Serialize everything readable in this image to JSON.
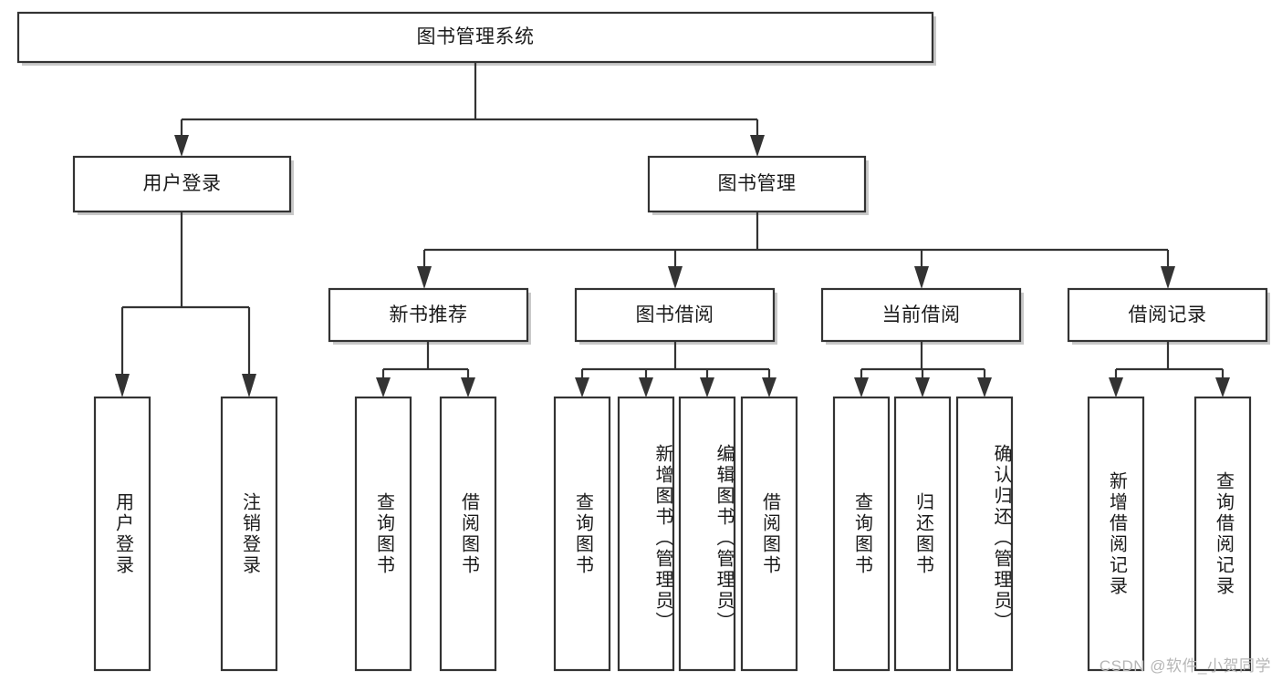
{
  "diagram": {
    "type": "tree-hierarchy",
    "title": "图书管理系统",
    "watermark": "CSDN @软件_小贺同学",
    "colors": {
      "box_stroke": "#333333",
      "box_fill": "#ffffff",
      "connector": "#333333",
      "text": "#1a1a1a",
      "watermark": "#b6b6b6",
      "background": "#ffffff"
    },
    "root": {
      "label": "图书管理系统"
    },
    "level2": [
      {
        "label": "用户登录"
      },
      {
        "label": "图书管理"
      }
    ],
    "level3": [
      {
        "label": "新书推荐"
      },
      {
        "label": "图书借阅"
      },
      {
        "label": "当前借阅"
      },
      {
        "label": "借阅记录"
      }
    ],
    "leaves": {
      "user_login": [
        {
          "label": "用户登录"
        },
        {
          "label": "注销登录"
        }
      ],
      "new_book_recommend": [
        {
          "label": "查询图书"
        },
        {
          "label": "借阅图书"
        }
      ],
      "book_borrow": [
        {
          "label": "查询图书"
        },
        {
          "label": "新增图书（管理员）"
        },
        {
          "label": "编辑图书（管理员）"
        },
        {
          "label": "借阅图书"
        }
      ],
      "current_borrow": [
        {
          "label": "查询图书"
        },
        {
          "label": "归还图书"
        },
        {
          "label": "确认归还（管理员）"
        }
      ],
      "borrow_record": [
        {
          "label": "新增借阅记录"
        },
        {
          "label": "查询借阅记录"
        }
      ]
    }
  }
}
